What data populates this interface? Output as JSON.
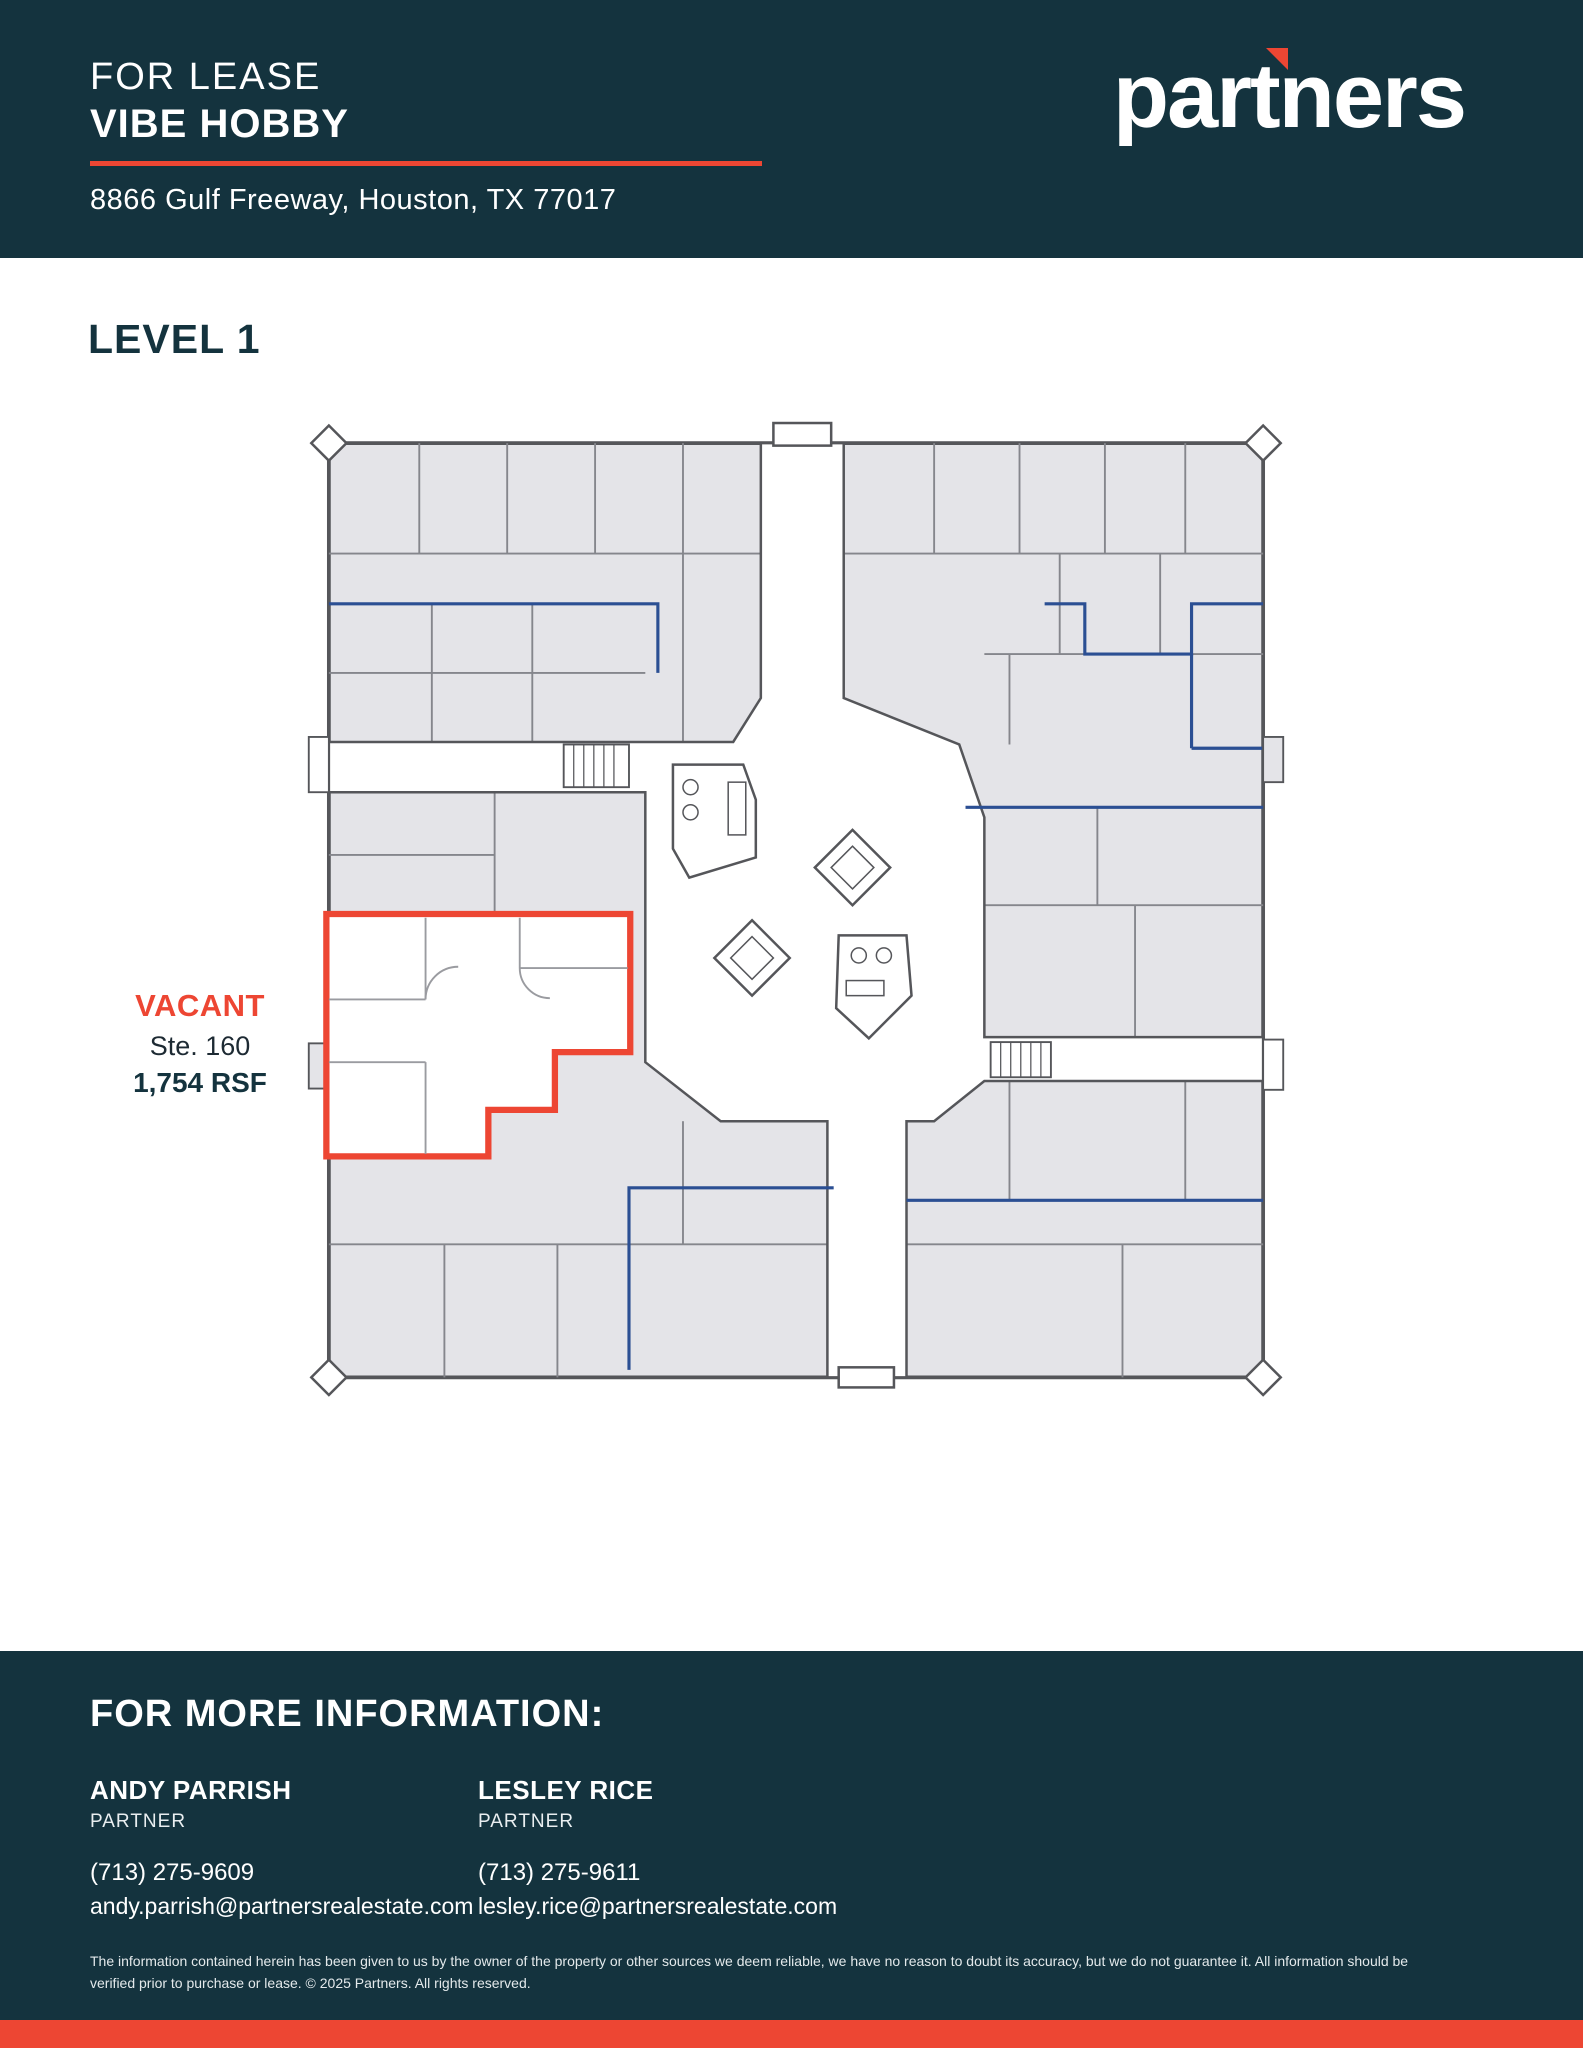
{
  "colors": {
    "navy": "#14333E",
    "red": "#ED4633",
    "plan_gray": "#E4E4E8",
    "wall_gray": "#55565A",
    "blue_wall": "#2B4F93"
  },
  "header": {
    "for_lease": "FOR LEASE",
    "property_name": "VIBE HOBBY",
    "address": "8866 Gulf Freeway, Houston, TX 77017",
    "logo": {
      "pre": "par",
      "t": "t",
      "post": "ners"
    }
  },
  "plan": {
    "level_label": "LEVEL 1",
    "vacancy": {
      "status": "VACANT",
      "suite": "Ste. 160",
      "size": "1,754 RSF"
    }
  },
  "footer": {
    "heading": "FOR MORE INFORMATION:",
    "contacts": [
      {
        "name": "ANDY PARRISH",
        "title": "PARTNER",
        "phone": "(713) 275-9609",
        "email": "andy.parrish@partnersrealestate.com"
      },
      {
        "name": "LESLEY RICE",
        "title": "PARTNER",
        "phone": "(713) 275-9611",
        "email": "lesley.rice@partnersrealestate.com"
      }
    ],
    "disclaimer": "The information contained herein has been given to us by the owner of the property or other sources we deem reliable, we have no reason to doubt its accuracy, but we do not guarantee it. All information should be verified prior to purchase or lease. © 2025 Partners. All rights reserved."
  }
}
